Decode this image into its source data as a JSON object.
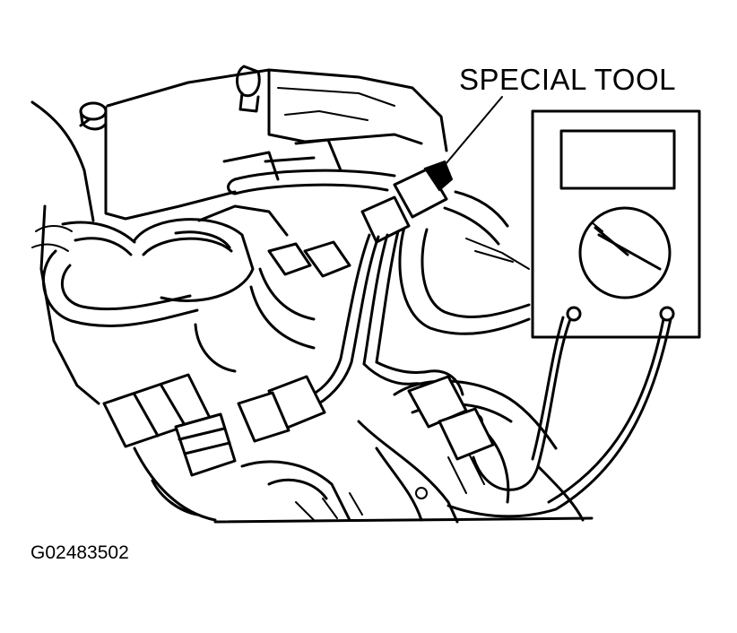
{
  "diagram": {
    "callout_label": "SPECIAL TOOL",
    "figure_code": "G02483502",
    "ink_color": "#000000",
    "paper_color": "#ffffff"
  },
  "parts": {
    "multimeter": "multimeter-icon",
    "special_tool": "test-harness-icon",
    "engine": "engine-bay-illustration"
  }
}
